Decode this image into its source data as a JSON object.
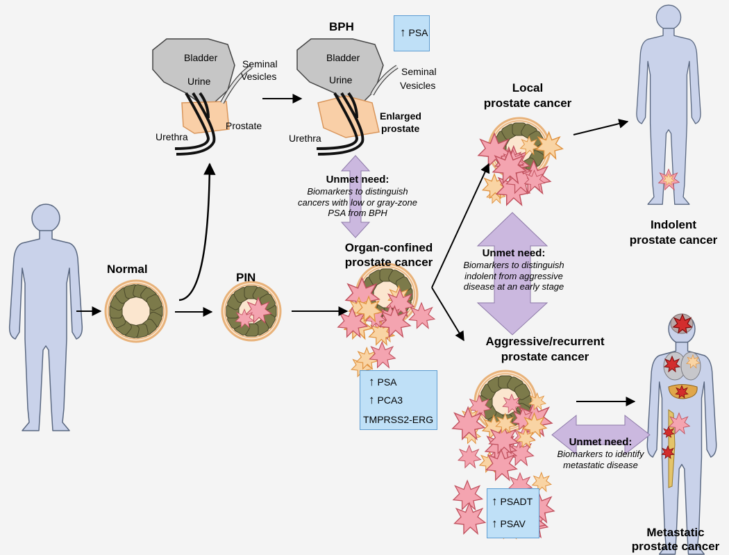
{
  "anatomy_normal": {
    "bladder": "Bladder",
    "urine": "Urine",
    "seminal_1": "Seminal",
    "seminal_2": "Vesicles",
    "prostate": "Prostate",
    "urethra": "Urethra"
  },
  "anatomy_bph": {
    "title": "BPH",
    "bladder": "Bladder",
    "urine": "Urine",
    "seminal_1": "Seminal",
    "seminal_2": "Vesicles",
    "enlarged_1": "Enlarged",
    "enlarged_2": "prostate",
    "urethra": "Urethra"
  },
  "stages": {
    "normal": "Normal",
    "pin": "PIN",
    "organ_confined_1": "Organ-confined",
    "organ_confined_2": "prostate cancer",
    "local_1": "Local",
    "local_2": "prostate cancer",
    "aggressive_1": "Aggressive/recurrent",
    "aggressive_2": "prostate cancer",
    "indolent_1": "Indolent",
    "indolent_2": "prostate cancer",
    "metastatic_1": "Metastatic",
    "metastatic_2": "prostate cancer"
  },
  "unmet_needs": [
    {
      "title": "Unmet need:",
      "lines": [
        "Biomarkers to distinguish",
        "cancers with low or gray-zone",
        "PSA from BPH"
      ]
    },
    {
      "title": "Unmet need:",
      "lines": [
        "Biomarkers to distinguish",
        "indolent from aggressive",
        "disease at an early stage"
      ]
    },
    {
      "title": "Unmet need:",
      "lines": [
        "Biomarkers to identify",
        "metastatic disease"
      ]
    }
  ],
  "biomarker_boxes": {
    "bph": [
      "PSA"
    ],
    "organ_confined": [
      "PSA",
      "PCA3",
      "TMPRSS2-ERG"
    ],
    "aggressive": [
      "PSADT",
      "PSAV"
    ]
  },
  "arrow_glyph": "↑",
  "colors": {
    "body": "#c9d2ea",
    "body_stroke": "#596780",
    "gland": "#e8b27a",
    "cell": "#7c7a4a",
    "tumor": "#f4a4b0",
    "tumor_stroke": "#c0505d",
    "dual_arrow": "#cbb8df",
    "box": "#bfe0f7"
  }
}
